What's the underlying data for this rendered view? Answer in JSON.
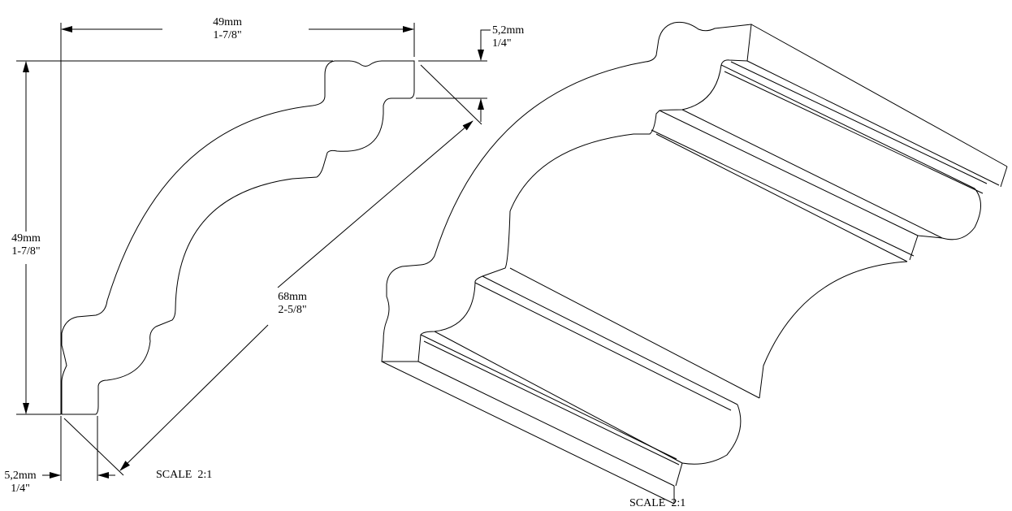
{
  "drawing": {
    "width_dim": {
      "mm": "49mm",
      "inch": "1-7/8\""
    },
    "height_dim": {
      "mm": "49mm",
      "inch": "1-7/8\""
    },
    "top_offset_dim": {
      "mm": "5,2mm",
      "inch": "1/4\""
    },
    "bottom_offset_dim": {
      "mm": "5,2mm",
      "inch": "1/4\""
    },
    "diagonal_dim": {
      "mm": "68mm",
      "inch": "2-5/8\""
    },
    "profile_scale": "SCALE  2:1",
    "iso_scale": "SCALE  2:1",
    "line_color": "#000000"
  }
}
